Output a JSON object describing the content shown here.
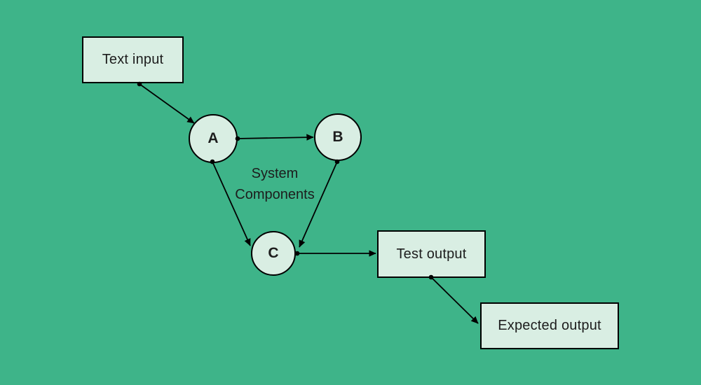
{
  "colors": {
    "background": "#3eb489",
    "node_fill": "#d9eee3",
    "stroke": "#000000",
    "text": "#1d1d1d"
  },
  "diagram": {
    "nodes": {
      "text_input": {
        "label": "Text input",
        "shape": "rectangle"
      },
      "a": {
        "label": "A",
        "shape": "circle"
      },
      "b": {
        "label": "B",
        "shape": "circle"
      },
      "c": {
        "label": "C",
        "shape": "circle"
      },
      "test_output": {
        "label": "Test output",
        "shape": "rectangle"
      },
      "expected_output": {
        "label": "Expected output",
        "shape": "rectangle"
      }
    },
    "annotation": {
      "label": "System Components"
    },
    "edges": [
      {
        "from": "text_input",
        "to": "a"
      },
      {
        "from": "a",
        "to": "b"
      },
      {
        "from": "a",
        "to": "c"
      },
      {
        "from": "b",
        "to": "c"
      },
      {
        "from": "c",
        "to": "test_output"
      },
      {
        "from": "test_output",
        "to": "expected_output"
      }
    ]
  }
}
